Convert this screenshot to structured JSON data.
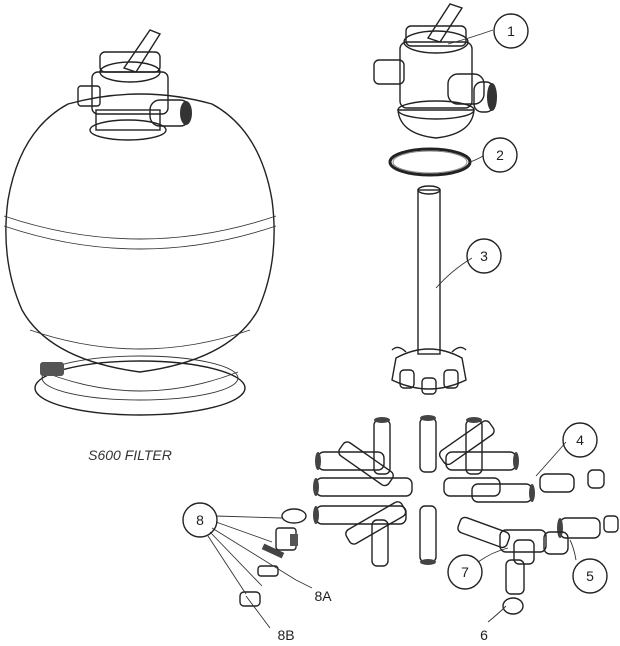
{
  "caption": "S600 FILTER",
  "callouts": {
    "c1": "1",
    "c2": "2",
    "c3": "3",
    "c4": "4",
    "c5": "5",
    "c6": "6",
    "c7": "7",
    "c8": "8",
    "c8a": "8A",
    "c8b": "8B"
  },
  "colors": {
    "ink": "#222222",
    "tank_fill": "#f4f4f4",
    "shade": "#cfcfcf"
  }
}
